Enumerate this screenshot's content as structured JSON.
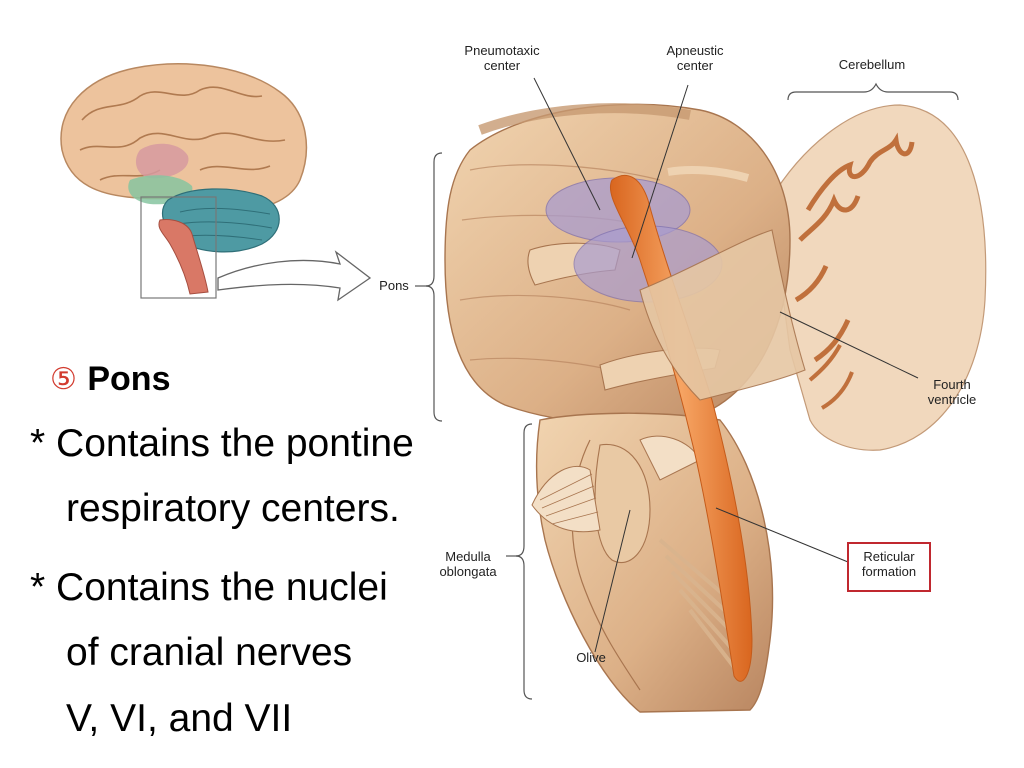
{
  "slide": {
    "marker": "⑤",
    "title": "Pons",
    "bullets": [
      {
        "star": "*",
        "lines": [
          "Contains the pontine",
          "respiratory centers."
        ]
      },
      {
        "star": "*",
        "lines": [
          "Contains the nuclei",
          "of cranial nerves",
          "V, VI, and VII"
        ]
      }
    ]
  },
  "diagram": {
    "labels": {
      "pneumotaxic": [
        "Pneumotaxic",
        "center"
      ],
      "apneustic": [
        "Apneustic",
        "center"
      ],
      "cerebellum": [
        "Cerebellum"
      ],
      "pons": [
        "Pons"
      ],
      "fourth_ventricle": [
        "Fourth",
        "ventricle"
      ],
      "medulla": [
        "Medulla",
        "oblongata"
      ],
      "reticular": [
        "Reticular",
        "formation"
      ],
      "olive": [
        "Olive"
      ]
    },
    "colors": {
      "tissue": "#e2bb92",
      "tissue_dark": "#c8946a",
      "reticular": "#ec8a3e",
      "centers": "#a99ccf",
      "highlight_box": "#c0282f",
      "brain_cortex": "#edc39d",
      "cerebellum_small": "#4e9aa3",
      "brainstem_small": "#d97866"
    }
  }
}
